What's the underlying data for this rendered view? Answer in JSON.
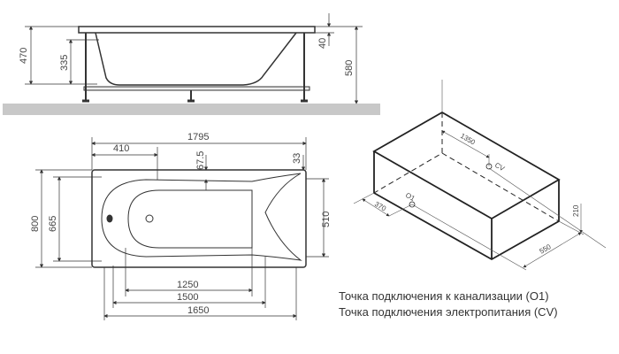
{
  "side_view": {
    "d470": "470",
    "d335": "335",
    "d40": "40",
    "d580": "580"
  },
  "top_view": {
    "d1795": "1795",
    "d410": "410",
    "d67": "67.5",
    "d33": "33",
    "d800": "800",
    "d665": "665",
    "d510": "510",
    "d1250": "1250",
    "d1500": "1500",
    "d1650": "1650"
  },
  "iso_view": {
    "d1350": "1350",
    "cv": "CV",
    "o1": "O1",
    "d370": "370",
    "d210": "210",
    "d550": "550"
  },
  "legend": {
    "line1": "Точка подключения к канализации (О1)",
    "line2": "Точка подключения электропитания (CV)"
  }
}
